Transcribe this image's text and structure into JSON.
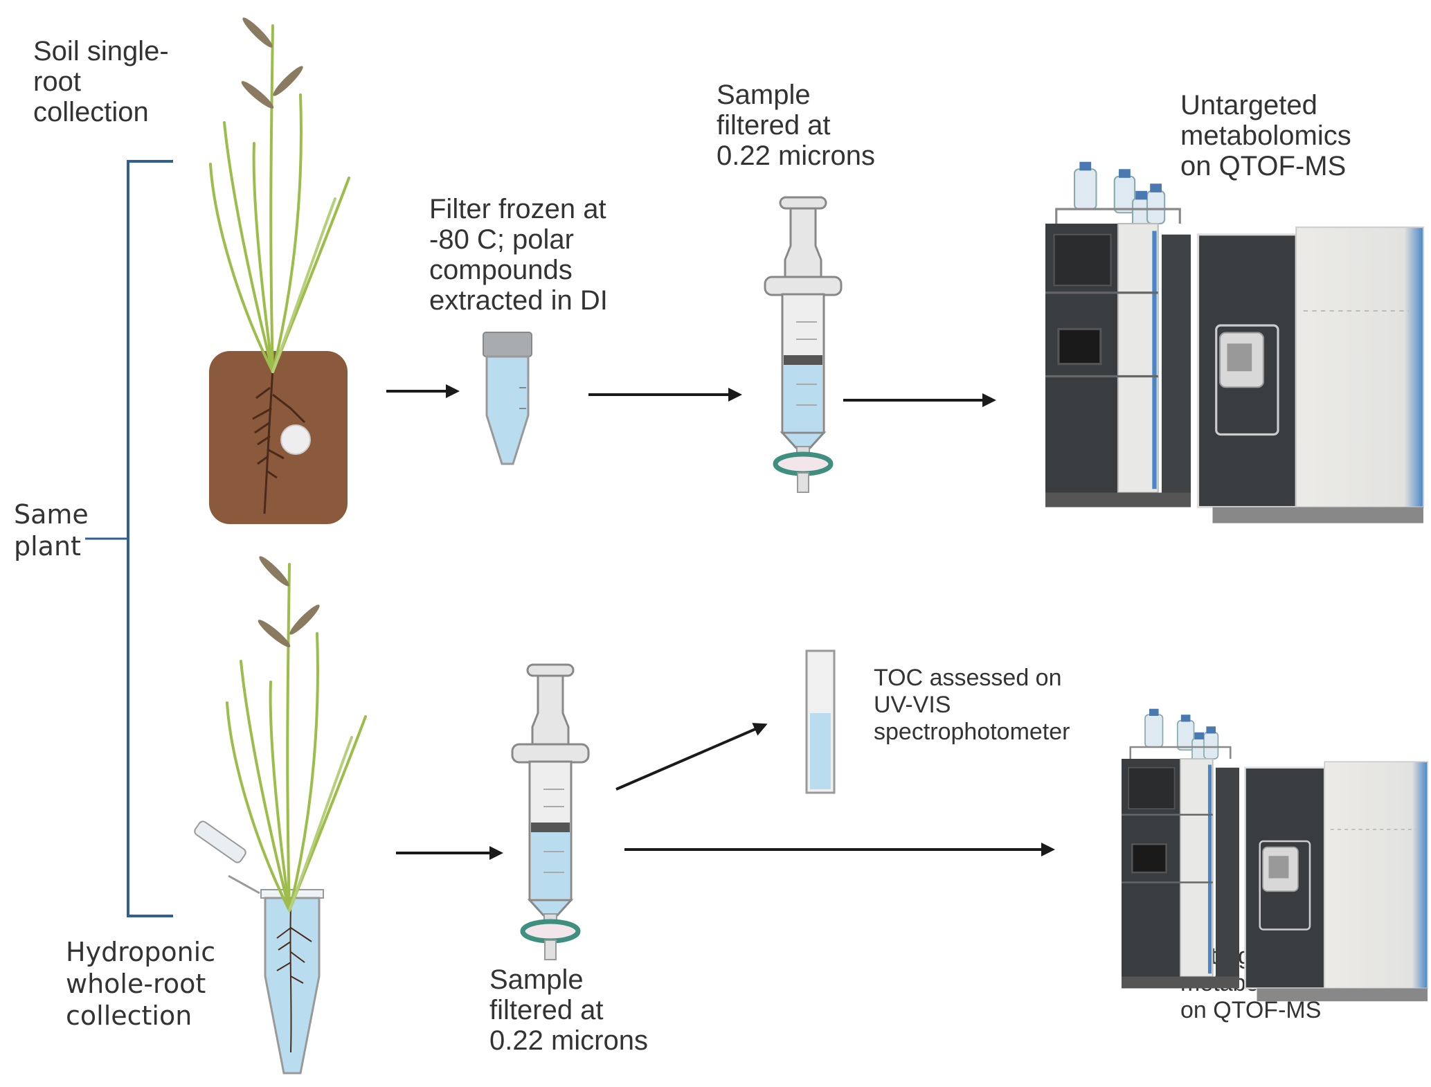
{
  "figure": {
    "bracket_label": "Same\nplant",
    "colors": {
      "bracket": "#2f5f93",
      "soil": "#8b5a3c",
      "root": "#4a2a1a",
      "leaf": "#9cbd4a",
      "seed": "#8a7a60",
      "liquid": "#b9dcee",
      "filter_ring": "#3f8f80",
      "instrument_dark": "#3a3d40",
      "instrument_light": "#e8e8e6",
      "instrument_accent": "#4a86c5",
      "arrow": "#1a1a1a"
    },
    "top_path": {
      "start_label": "Soil single-\nroot\ncollection",
      "step1_label": "Filter frozen at\n-80 C; polar\ncompounds\nextracted in DI",
      "step2_label": "Sample\nfiltered at\n0.22 microns",
      "step3_label": "Untargeted\nmetabolomics\non QTOF-MS"
    },
    "bottom_path": {
      "start_label": "Hydroponic\nwhole-root\ncollection",
      "step1_label": "Sample\nfiltered at\n0.22 microns",
      "branch_label": "TOC assessed on\nUV-VIS\nspectrophotometer",
      "step2_label": "Untargeted\nmetabolomics\non QTOF-MS"
    }
  }
}
